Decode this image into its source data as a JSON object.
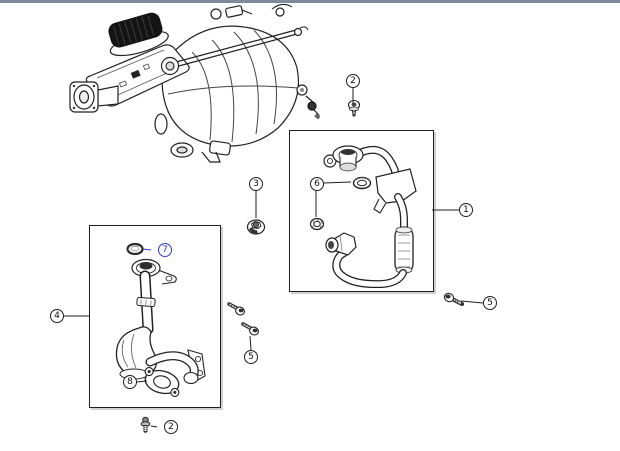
{
  "chrome": {
    "top_border_color": "#7e8b99"
  },
  "palette": {
    "line_color": "#222222",
    "highlight_color": "#3535d0",
    "background": "#ffffff"
  },
  "callouts": {
    "c1": {
      "label": "1"
    },
    "c2_top": {
      "label": "2"
    },
    "c2_bottom": {
      "label": "2"
    },
    "c3": {
      "label": "3"
    },
    "c4": {
      "label": "4"
    },
    "c5_right": {
      "label": "5"
    },
    "c5_mid": {
      "label": "5"
    },
    "c6": {
      "label": "6"
    },
    "c7": {
      "label": "7",
      "highlighted": true,
      "highlight_color": "#3535d0"
    },
    "c8": {
      "label": "8"
    }
  },
  "parts": {
    "engine": {
      "icon": "engine-intake-manifold-illustration"
    },
    "box1": {
      "icon": "turbo-oil-feed-tube-assembly"
    },
    "box4": {
      "icon": "turbo-oil-return-tube-assembly"
    },
    "p2_top": {
      "icon": "flange-bolt"
    },
    "p2_bottom": {
      "icon": "flange-bolt"
    },
    "p3": {
      "icon": "flange-nut"
    },
    "p5_right": {
      "icon": "screw"
    },
    "p5_mid": {
      "icon": "screw-pair"
    },
    "p6": {
      "icon": "washer-and-o-ring"
    },
    "p7": {
      "icon": "o-ring"
    },
    "p8": {
      "icon": "gasket"
    }
  }
}
